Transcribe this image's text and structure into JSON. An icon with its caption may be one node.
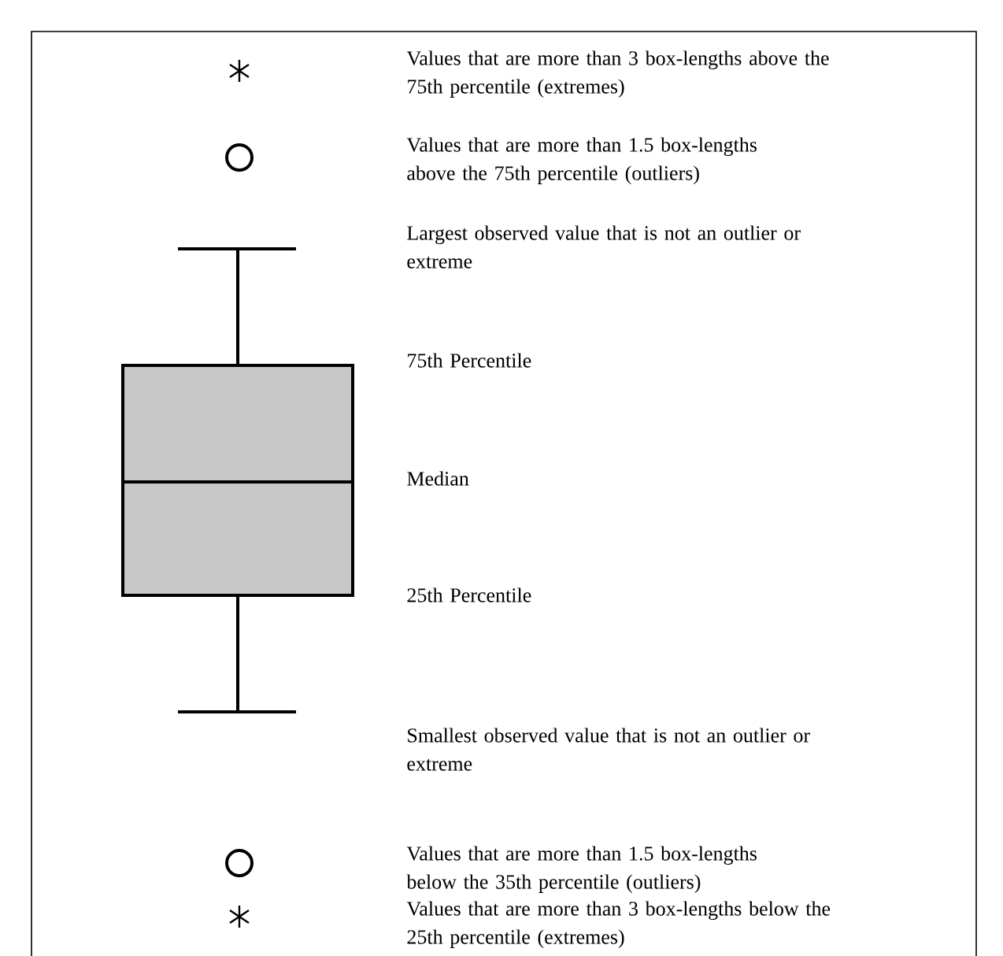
{
  "diagram": {
    "labels": [
      "Values that are more than 3 box-lengths above the 75th percentile (extremes)",
      "Values that are more than 1.5 box-lengths above the 75th percentile (outliers)",
      "Largest observed value that is not an outlier or extreme",
      "75th Percentile",
      "Median",
      "25th Percentile",
      "Smallest observed value that is not an outlier or extreme",
      "Values that are more than 1.5 box-lengths below the 35th percentile (outliers)",
      "Values that are more than 3 box-lengths below the 25th percentile (extremes)"
    ]
  }
}
